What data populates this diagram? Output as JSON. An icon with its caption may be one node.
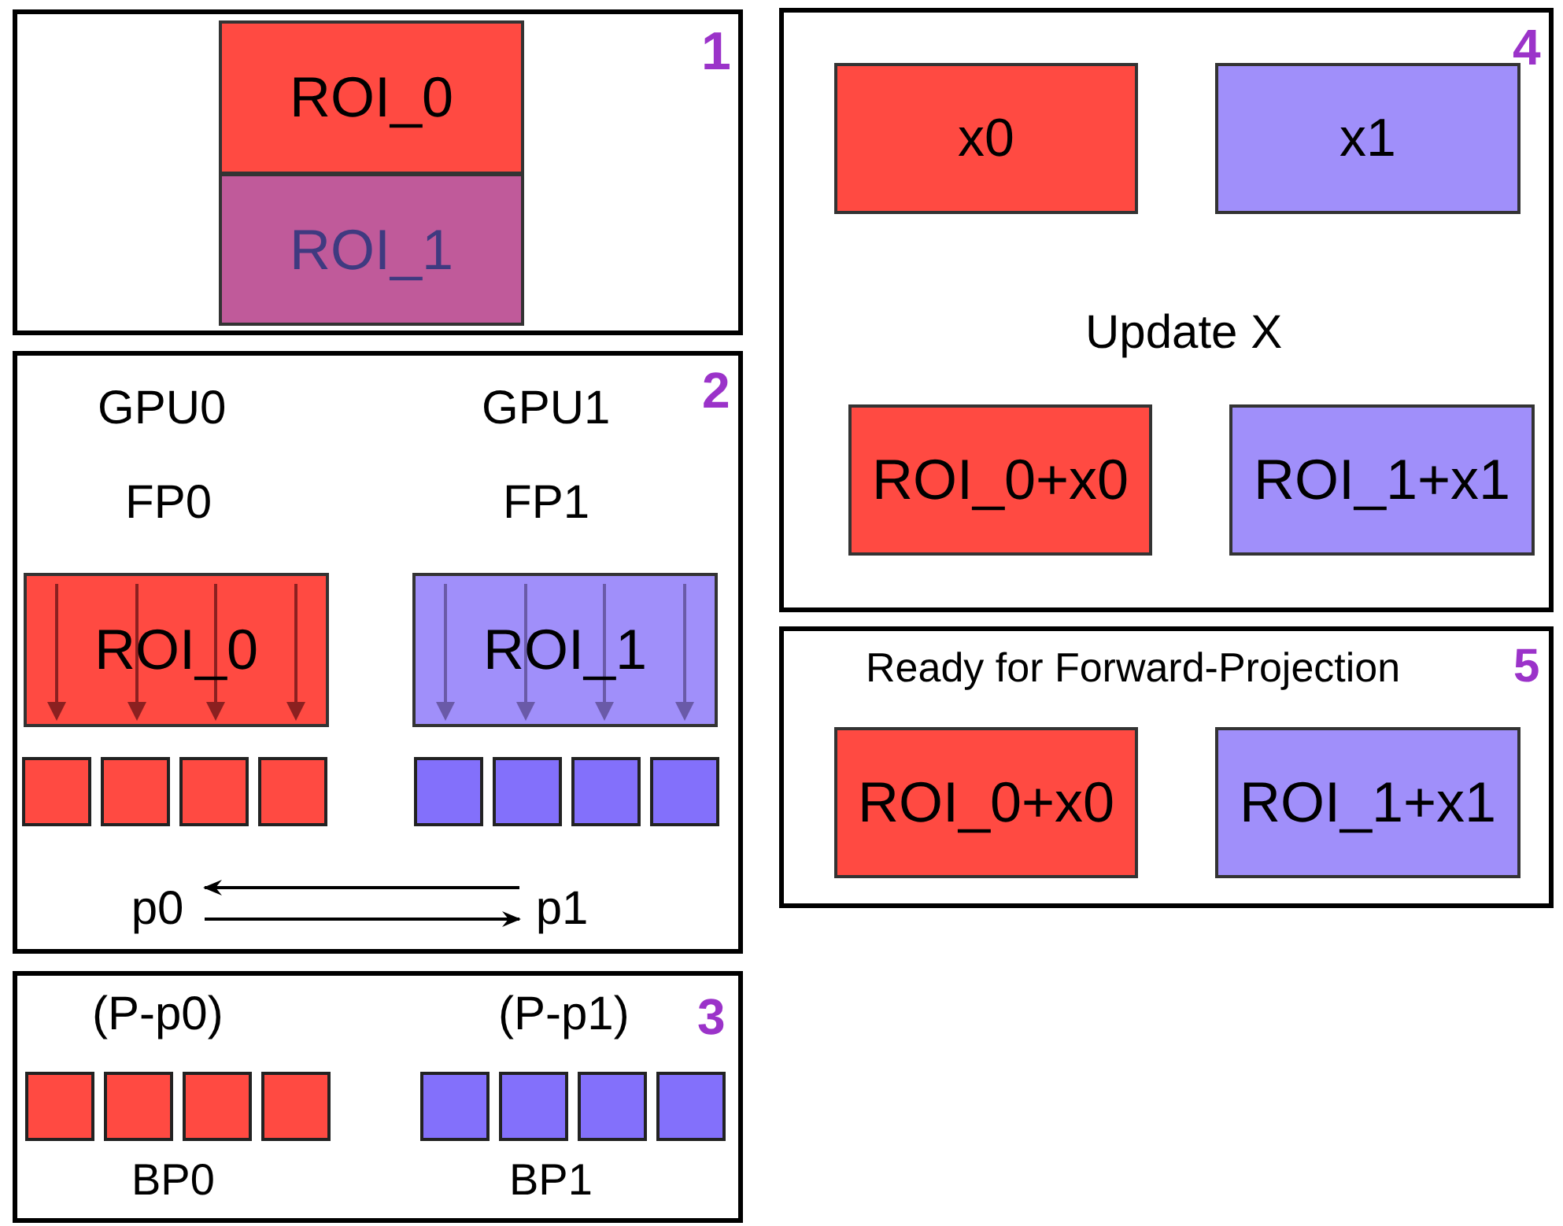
{
  "diagram": {
    "nodes": [
      {
        "text": [
          "1"
        ]
      },
      {
        "text": [
          "ROI_0"
        ],
        "in": 0
      },
      {
        "text": [
          "ROI_1"
        ],
        "in": 0
      },
      {
        "text": [
          "2",
          "GPU0",
          "FP0",
          "GPU1",
          "FP1"
        ]
      },
      {
        "text": [
          "ROI_0"
        ],
        "in": 3
      },
      {
        "text": [
          "ROI_1"
        ],
        "in": 3
      },
      {
        "text": [],
        "shape": "box",
        "in": 3
      },
      {
        "text": [],
        "shape": "box",
        "in": 3
      },
      {
        "text": [],
        "shape": "box",
        "in": 3
      },
      {
        "text": [],
        "shape": "box",
        "in": 3
      },
      {
        "text": [],
        "shape": "box",
        "in": 3
      },
      {
        "text": [],
        "shape": "box",
        "in": 3
      },
      {
        "text": [],
        "shape": "box",
        "in": 3
      },
      {
        "text": [],
        "shape": "box",
        "in": 3
      },
      {
        "text": [
          "p0"
        ],
        "in": 3
      },
      {
        "text": [
          "p1"
        ],
        "in": 3
      },
      {
        "text": [
          "(P-p0)",
          "(P-p1)",
          "3",
          "BP0",
          "BP1"
        ]
      },
      {
        "text": [],
        "shape": "box",
        "in": 16
      },
      {
        "text": [],
        "shape": "box",
        "in": 16
      },
      {
        "text": [],
        "shape": "box",
        "in": 16
      },
      {
        "text": [],
        "shape": "box",
        "in": 16
      },
      {
        "text": [],
        "shape": "box",
        "in": 16
      },
      {
        "text": [],
        "shape": "box",
        "in": 16
      },
      {
        "text": [],
        "shape": "box",
        "in": 16
      },
      {
        "text": [],
        "shape": "box",
        "in": 16
      },
      {
        "text": [
          "4",
          "Update X"
        ]
      },
      {
        "text": [
          "x0"
        ],
        "in": 25
      },
      {
        "text": [
          "x1"
        ],
        "in": 25
      },
      {
        "text": [
          "ROI_0+x0"
        ],
        "in": 25
      },
      {
        "text": [
          "ROI_1+x1"
        ],
        "in": 25
      },
      {
        "text": [
          "Ready for Forward-Projection",
          "5"
        ]
      },
      {
        "text": [
          "ROI_0+x0"
        ],
        "in": 30
      },
      {
        "text": [
          "ROI_1+x1"
        ],
        "in": 30
      }
    ],
    "edges": [
      {
        "from": 15,
        "to": 14,
        "arrow": "to"
      },
      {
        "from": 14,
        "to": 15,
        "arrow": "to"
      }
    ]
  }
}
